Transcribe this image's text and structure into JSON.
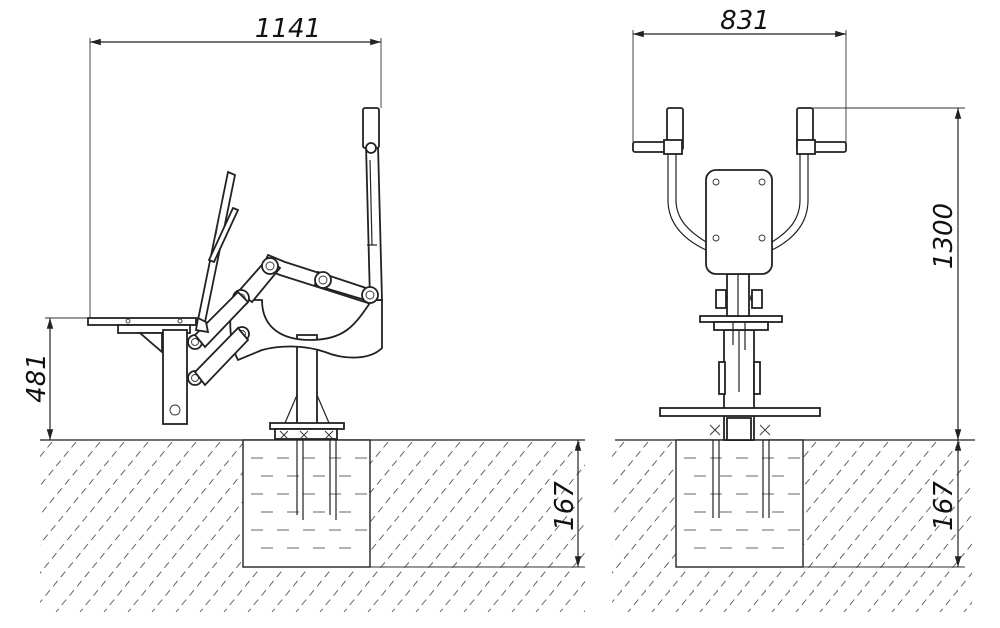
{
  "dimensions": {
    "side_width": "1141",
    "seat_height": "481",
    "side_foundation_depth": "167",
    "front_width": "831",
    "front_height": "1300",
    "front_foundation_depth": "167"
  }
}
